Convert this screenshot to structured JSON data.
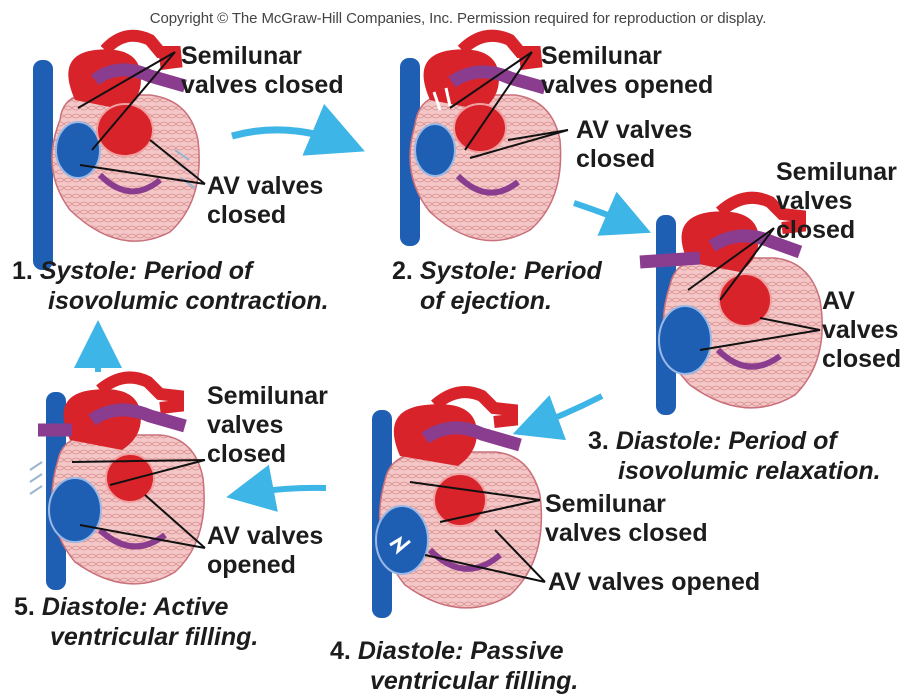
{
  "copyright": "Copyright © The McGraw-Hill Companies, Inc. Permission required for reproduction or display.",
  "colors": {
    "artery_red": "#d8232a",
    "vein_blue": "#1f5fb3",
    "pulmonary_purple": "#8a3d8f",
    "myocardium_pink": "#f3c7c7",
    "arrow_cyan": "#3db5e6"
  },
  "stages": [
    {
      "number": "1.",
      "caption_lines": [
        "Systole: Period of",
        "isovolumic contraction."
      ],
      "labels": [
        [
          "Semilunar",
          "valves closed"
        ],
        [
          "AV valves",
          "closed"
        ]
      ]
    },
    {
      "number": "2.",
      "caption_lines": [
        "Systole: Period",
        "of ejection."
      ],
      "labels": [
        [
          "Semilunar",
          "valves opened"
        ],
        [
          "AV valves",
          "closed"
        ]
      ]
    },
    {
      "number": "3.",
      "caption_lines": [
        "Diastole: Period of",
        "isovolumic relaxation."
      ],
      "labels": [
        [
          "Semilunar",
          "valves",
          "closed"
        ],
        [
          "AV",
          "valves",
          "closed"
        ]
      ]
    },
    {
      "number": "4.",
      "caption_lines": [
        "Diastole: Passive",
        "ventricular filling."
      ],
      "labels": [
        [
          "Semilunar",
          "valves closed"
        ],
        [
          "AV valves opened"
        ]
      ]
    },
    {
      "number": "5.",
      "caption_lines": [
        "Diastole: Active",
        "ventricular filling."
      ],
      "labels": [
        [
          "Semilunar",
          "valves",
          "closed"
        ],
        [
          "AV valves",
          "opened"
        ]
      ]
    }
  ]
}
